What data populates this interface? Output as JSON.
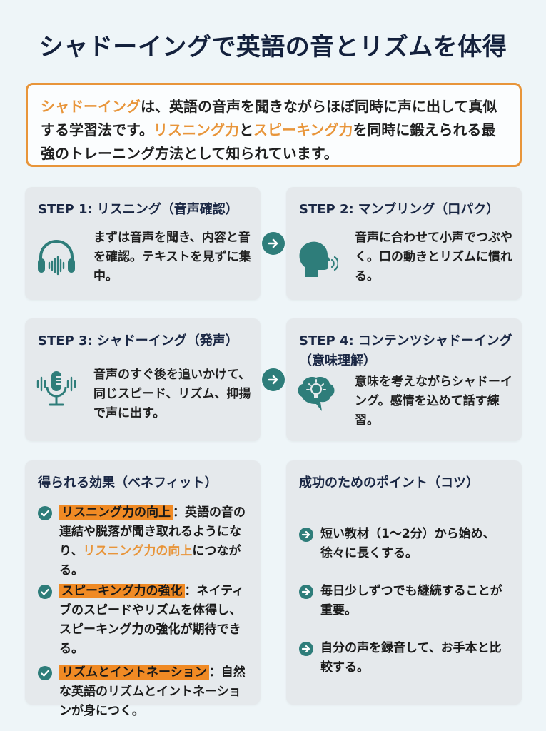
{
  "title": "シャドーイングで英語の音とリズムを体得",
  "intro": {
    "term": "シャドーイング",
    "text1": "は、英語の音声を聞きながらほぼ同時に声に出して真似する学習法です。",
    "listening": "リスニング力",
    "and": "と",
    "speaking": "スピーキング力",
    "text2": "を同時に鍛えられる最強のトレーニング方法として知られています。"
  },
  "steps": [
    {
      "label": "STEP 1:",
      "title": "リスニング（音声確認）",
      "body": "まずは音声を聞き、内容と音を確認。テキストを見ずに集中。",
      "icon": "headphones-icon"
    },
    {
      "label": "STEP 2:",
      "title": "マンブリング（口パク）",
      "body": "音声に合わせて小声でつぶやく。口の動きとリズムに慣れる。",
      "icon": "speaking-head-icon"
    },
    {
      "label": "STEP 3:",
      "title": "シャドーイング（発声）",
      "body": "音声のすぐ後を追いかけて、同じスピード、リズム、抑揚で声に出す。",
      "icon": "microphone-icon"
    },
    {
      "label": "STEP 4:",
      "title": "コンテンツシャドーイング（意味理解）",
      "body": "意味を考えながらシャドーイング。感情を込めて話す練習。",
      "icon": "brain-lightbulb-icon"
    }
  ],
  "benefits": {
    "title": "得られる効果（ベネフィット）",
    "items": [
      {
        "tag": "リスニング力の向上",
        "pre": "：英語の音の連結や脱落が聞き取れるようになり、",
        "hl": "リスニング力の向上",
        "post": "につながる。"
      },
      {
        "tag": "スピーキング力の強化",
        "pre": "：ネイティブのスピードやリズムを体得し、スピーキング力の強化が期待できる。",
        "hl": "",
        "post": ""
      },
      {
        "tag": "リズムとイントネーション",
        "pre": "：自然な英語のリズムとイントネーションが身につく。",
        "hl": "",
        "post": ""
      }
    ]
  },
  "tips": {
    "title": "成功のためのポイント（コツ）",
    "items": [
      "短い教材（1〜2分）から始め、徐々に長くする。",
      "毎日少しずつでも継続することが重要。",
      "自分の声を録音して、お手本と比較する。"
    ]
  },
  "colors": {
    "accent": "#e8953a",
    "teal": "#2e7d7a",
    "navy": "#14213d",
    "card": "#e5e9ec",
    "background": "#eef5f8"
  }
}
